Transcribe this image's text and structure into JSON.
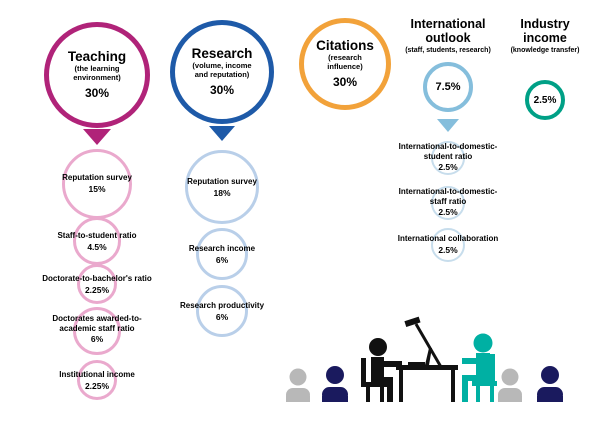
{
  "pillars": [
    {
      "title": "Teaching",
      "subtitle": "(the learning environment)",
      "weight": "30%",
      "items": [
        {
          "label": "Reputation survey",
          "weight": "15%"
        },
        {
          "label": "Staff-to-student ratio",
          "weight": "4.5%"
        },
        {
          "label": "Doctorate-to-bachelor's ratio",
          "weight": "2.25%"
        },
        {
          "label": "Doctorates awarded-to-academic staff ratio",
          "weight": "6%"
        },
        {
          "label": "Institutional income",
          "weight": "2.25%"
        }
      ]
    },
    {
      "title": "Research",
      "subtitle": "(volume, income and reputation)",
      "weight": "30%",
      "items": [
        {
          "label": "Reputation survey",
          "weight": "18%"
        },
        {
          "label": "Research income",
          "weight": "6%"
        },
        {
          "label": "Research productivity",
          "weight": "6%"
        }
      ]
    },
    {
      "title": "Citations",
      "subtitle": "(research influence)",
      "weight": "30%",
      "items": []
    },
    {
      "title": "International outlook",
      "subtitle": "(staff, students, research)",
      "weight": "7.5%",
      "items": [
        {
          "label": "International-to-domestic-student ratio",
          "weight": "2.5%"
        },
        {
          "label": "International-to-domestic-staff ratio",
          "weight": "2.5%"
        },
        {
          "label": "International collaboration",
          "weight": "2.5%"
        }
      ]
    },
    {
      "title": "Industry income",
      "subtitle": "(knowledge transfer)",
      "weight": "2.5%",
      "items": []
    }
  ],
  "colors": {
    "teaching": "#b02379",
    "teaching_light": "#eaa9cd",
    "research": "#1e5aa8",
    "research_light": "#b9cfe9",
    "citations": "#f2a23a",
    "international": "#85bedc",
    "international_light": "#c7ddec",
    "industry": "#00a086",
    "figure_gray": "#b8b8b8",
    "figure_navy": "#1a1a5e",
    "figure_black": "#111111",
    "figure_teal": "#00b0a3"
  }
}
